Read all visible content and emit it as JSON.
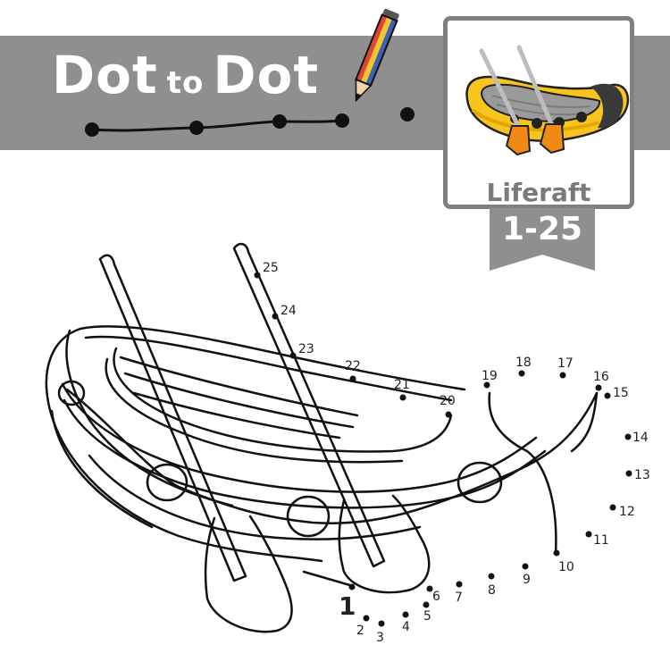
{
  "header": {
    "title_word1": "Dot",
    "title_connector": "to",
    "title_word2": "Dot"
  },
  "preview_card": {
    "label": "Liferaft",
    "range": "1-25"
  },
  "colors": {
    "banner": "#8f8f8f",
    "raft_yellow": "#f7c51e",
    "raft_orange": "#f08a12",
    "raft_dark": "#3a3a3a",
    "raft_gray": "#9a9a9a"
  },
  "icons": [
    "pencil-icon",
    "liferaft-icon"
  ],
  "dots": [
    {
      "n": "1"
    },
    {
      "n": "2"
    },
    {
      "n": "3"
    },
    {
      "n": "4"
    },
    {
      "n": "5"
    },
    {
      "n": "6"
    },
    {
      "n": "7"
    },
    {
      "n": "8"
    },
    {
      "n": "9"
    },
    {
      "n": "10"
    },
    {
      "n": "11"
    },
    {
      "n": "12"
    },
    {
      "n": "13"
    },
    {
      "n": "14"
    },
    {
      "n": "15"
    },
    {
      "n": "16"
    },
    {
      "n": "17"
    },
    {
      "n": "18"
    },
    {
      "n": "19"
    },
    {
      "n": "20"
    },
    {
      "n": "21"
    },
    {
      "n": "22"
    },
    {
      "n": "23"
    },
    {
      "n": "24"
    },
    {
      "n": "25"
    }
  ]
}
